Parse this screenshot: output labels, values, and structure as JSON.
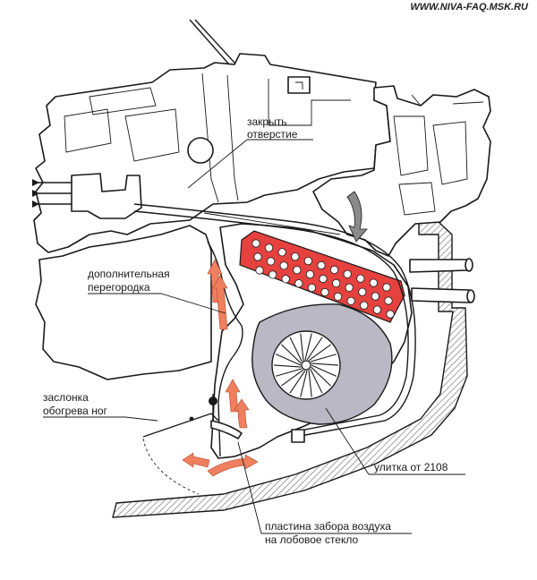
{
  "watermark": "WWW.NIVA-FAQ.MSK.RU",
  "labels": {
    "close_hole_1": "закрыть",
    "close_hole_2": "отверстие",
    "extra_partition_1": "дополнительная",
    "extra_partition_2": "перегородка",
    "foot_flap_1": "заслонка",
    "foot_flap_2": "обогрева ног",
    "volute": "улитка от 2108",
    "air_plate_1": "пластина забора воздуха",
    "air_plate_2": "на лобовое стекло"
  },
  "colors": {
    "outline": "#1a1a1a",
    "radiator": "#e5413e",
    "radiator_dots": "#ffffff",
    "fan_housing": "#b9b8c4",
    "airflow_arrows": "#ef7f5e",
    "hatch": "#9a9a9a"
  },
  "radiator_holes": {
    "rows": 3,
    "columns": 11
  }
}
